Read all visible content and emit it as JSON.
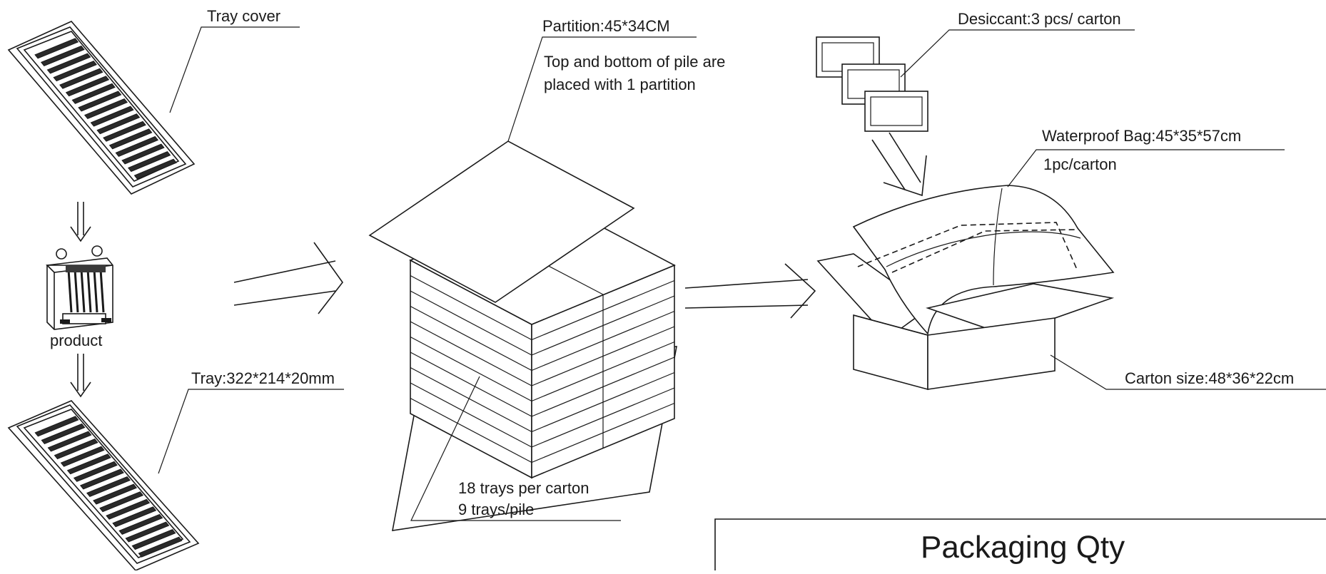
{
  "labels": {
    "tray_cover": "Tray cover",
    "product": "product",
    "tray": "Tray:322*214*20mm",
    "partition": "Partition:45*34CM",
    "partition_note_1": "Top and bottom of pile are",
    "partition_note_2": "placed with 1 partition",
    "trays_per_carton": "18 trays per carton",
    "trays_per_pile": "9 trays/pile",
    "desiccant": "Desiccant:3 pcs/ carton",
    "waterproof_bag": "Waterproof Bag:45*35*57cm",
    "bag_qty": "1pc/carton",
    "carton_size": "Carton size:48*36*22cm"
  },
  "title_block": {
    "title": "Packaging Qty"
  }
}
